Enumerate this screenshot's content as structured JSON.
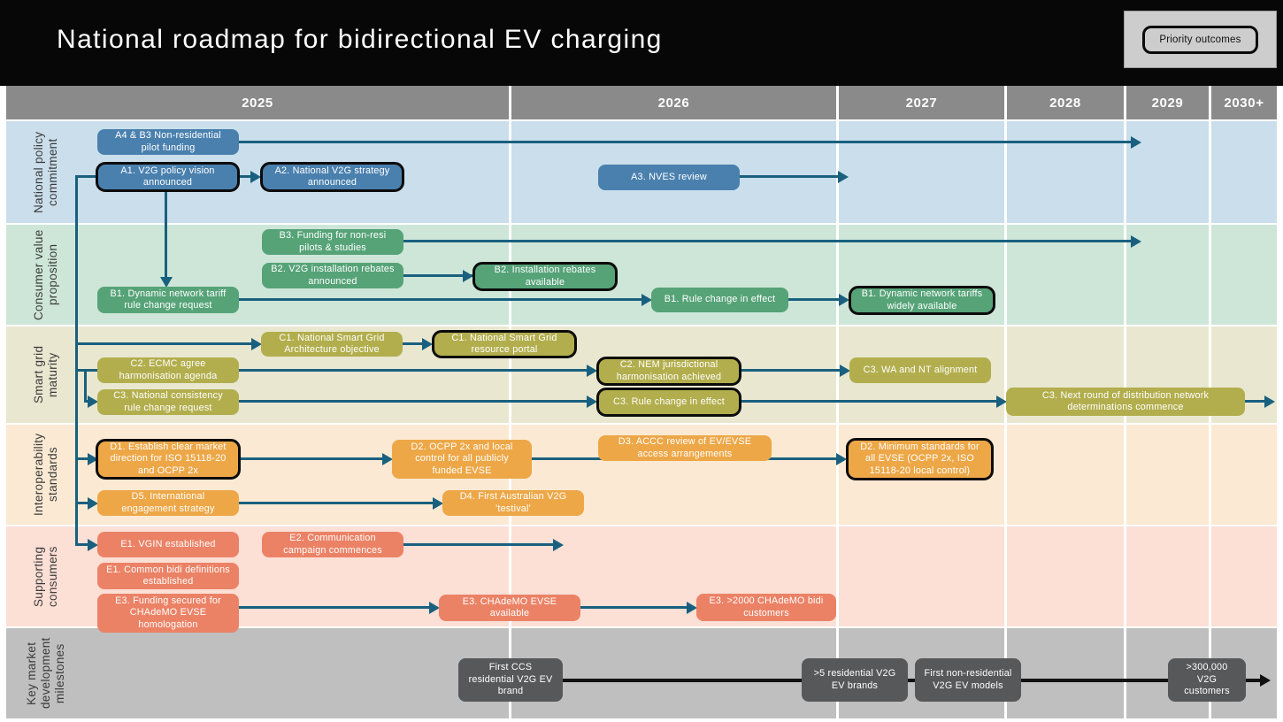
{
  "title": "National roadmap for bidirectional EV charging",
  "legend": {
    "label": "Priority outcomes"
  },
  "columns": [
    "2025",
    "2026",
    "2027",
    "2028",
    "2029",
    "2030+"
  ],
  "rows": [
    {
      "id": "policy",
      "label": "National policy commitment"
    },
    {
      "id": "consumer",
      "label": "Consumer value proposition"
    },
    {
      "id": "grid",
      "label": "Smart grid maturity"
    },
    {
      "id": "interop",
      "label": "Interoperability standards"
    },
    {
      "id": "support",
      "label": "Supporting consumers"
    },
    {
      "id": "market",
      "label": "Key market development milestones"
    }
  ],
  "boxes": [
    {
      "id": "a4b3",
      "row": "policy",
      "priority": false,
      "label": "A4 & B3 Non-residential pilot funding"
    },
    {
      "id": "a1",
      "row": "policy",
      "priority": true,
      "label": "A1. V2G policy vision announced"
    },
    {
      "id": "a2",
      "row": "policy",
      "priority": true,
      "label": "A2. National V2G strategy announced"
    },
    {
      "id": "a3",
      "row": "policy",
      "priority": false,
      "label": "A3. NVES review"
    },
    {
      "id": "b3",
      "row": "consumer",
      "priority": false,
      "label": "B3. Funding for non-resi pilots & studies"
    },
    {
      "id": "b2",
      "row": "consumer",
      "priority": false,
      "label": "B2. V2G installation rebates announced"
    },
    {
      "id": "b2a",
      "row": "consumer",
      "priority": true,
      "label": "B2. Installation rebates available"
    },
    {
      "id": "b1",
      "row": "consumer",
      "priority": false,
      "label": "B1. Dynamic network tariff rule change request"
    },
    {
      "id": "b1e",
      "row": "consumer",
      "priority": false,
      "label": "B1. Rule change in effect"
    },
    {
      "id": "b1w",
      "row": "consumer",
      "priority": true,
      "label": "B1. Dynamic network tariffs widely available"
    },
    {
      "id": "c1o",
      "row": "grid",
      "priority": false,
      "label": "C1. National Smart Grid Architecture objective"
    },
    {
      "id": "c1p",
      "row": "grid",
      "priority": true,
      "label": "C1. National Smart Grid resource portal"
    },
    {
      "id": "c2",
      "row": "grid",
      "priority": false,
      "label": "C2. ECMC agree harmonisation agenda"
    },
    {
      "id": "c2n",
      "row": "grid",
      "priority": true,
      "label": "C2. NEM jurisdictional harmonisation achieved"
    },
    {
      "id": "c3wa",
      "row": "grid",
      "priority": false,
      "label": "C3. WA and NT alignment"
    },
    {
      "id": "c3",
      "row": "grid",
      "priority": false,
      "label": "C3. National consistency rule change request"
    },
    {
      "id": "c3e",
      "row": "grid",
      "priority": true,
      "label": "C3. Rule change in effect"
    },
    {
      "id": "c3n",
      "row": "grid",
      "priority": false,
      "label": "C3. Next round of distribution network determinations commence"
    },
    {
      "id": "d1",
      "row": "interop",
      "priority": true,
      "label": "D1. Establish clear market direction for ISO 15118-20 and OCPP 2x"
    },
    {
      "id": "d2",
      "row": "interop",
      "priority": false,
      "label": "D2. OCPP 2x and local control for all publicly funded EVSE"
    },
    {
      "id": "d3",
      "row": "interop",
      "priority": false,
      "label": "D3. ACCC review of EV/EVSE access arrangements"
    },
    {
      "id": "d2m",
      "row": "interop",
      "priority": true,
      "label": "D2. Minimum standards for all EVSE (OCPP 2x, ISO 15118-20 local control)"
    },
    {
      "id": "d5",
      "row": "interop",
      "priority": false,
      "label": "D5. International engagement strategy"
    },
    {
      "id": "d4",
      "row": "interop",
      "priority": false,
      "label": "D4. First Australian V2G 'testival'"
    },
    {
      "id": "e1",
      "row": "support",
      "priority": false,
      "label": "E1. VGIN established"
    },
    {
      "id": "e2",
      "row": "support",
      "priority": false,
      "label": "E2. Communication campaign commences"
    },
    {
      "id": "e1c",
      "row": "support",
      "priority": false,
      "label": "E1. Common bidi definitions established"
    },
    {
      "id": "e3",
      "row": "support",
      "priority": false,
      "label": "E3. Funding secured for CHAdeMO EVSE homologation"
    },
    {
      "id": "e3a",
      "row": "support",
      "priority": false,
      "label": "E3. CHAdeMO EVSE available"
    },
    {
      "id": "e3c",
      "row": "support",
      "priority": false,
      "label": "E3. >2000 CHAdeMO bidi customers"
    },
    {
      "id": "m1",
      "row": "market",
      "priority": false,
      "label": "First CCS residential V2G EV brand"
    },
    {
      "id": "m2",
      "row": "market",
      "priority": false,
      "label": ">5 residential V2G EV brands"
    },
    {
      "id": "m3",
      "row": "market",
      "priority": false,
      "label": "First non-residential V2G EV models"
    },
    {
      "id": "m4",
      "row": "market",
      "priority": false,
      "label": ">300,000 V2G customers"
    }
  ],
  "colors": {
    "banner": "#070707",
    "header": "#8a8a8a",
    "arrow": "#19607f",
    "milestone_arrow": "#111111",
    "priority_border": "#0c0c0c",
    "rows": {
      "policy": {
        "band": "#cadeeb",
        "box": "#4a80ae"
      },
      "consumer": {
        "band": "#cee6d8",
        "box": "#56a378"
      },
      "grid": {
        "band": "#e9e7d0",
        "box": "#b2ae4d"
      },
      "interop": {
        "band": "#fbe9d3",
        "box": "#eda747"
      },
      "support": {
        "band": "#fcdfd5",
        "box": "#eb8266"
      },
      "market": {
        "band": "#bfbfbf",
        "box": "#57585a"
      }
    }
  }
}
